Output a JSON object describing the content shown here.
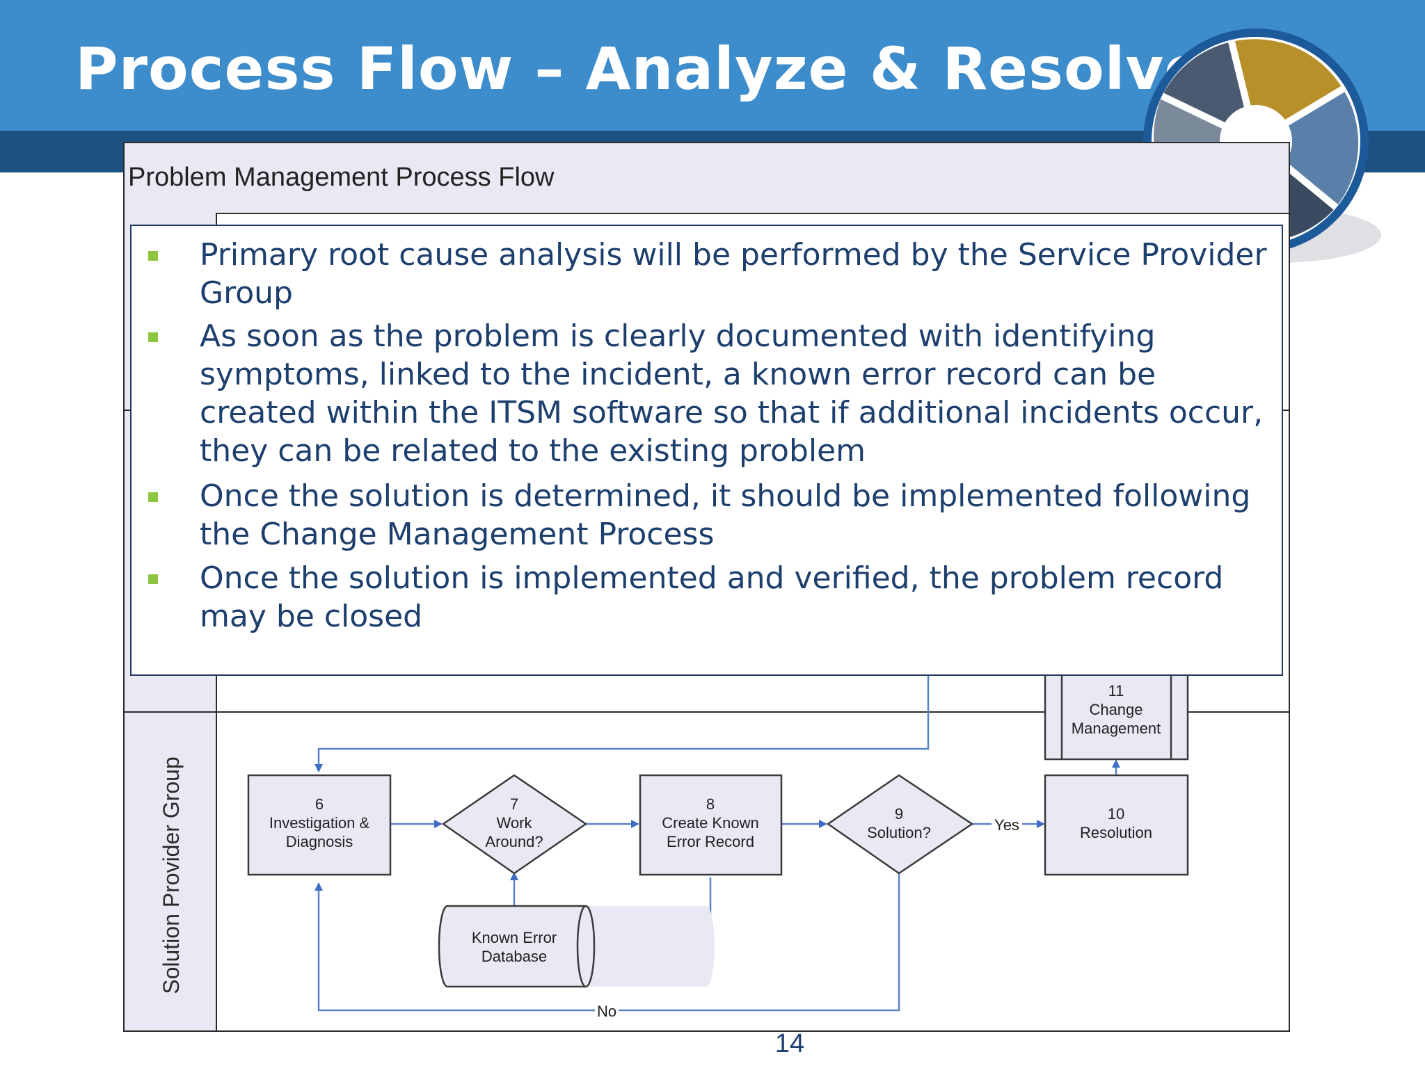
{
  "slide": {
    "title": "Process Flow – Analyze & Resolve",
    "page_number": "14"
  },
  "diagram": {
    "panel_title": "Problem Management Process Flow",
    "lane_label": "Solution Provider Group",
    "nodes": {
      "n6": {
        "num": "6",
        "line1": "Investigation &",
        "line2": "Diagnosis"
      },
      "n7": {
        "num": "7",
        "line1": "Work",
        "line2": "Around?"
      },
      "n8": {
        "num": "8",
        "line1": "Create Known",
        "line2": "Error Record"
      },
      "n9": {
        "num": "9",
        "line1": "Solution?"
      },
      "n10": {
        "num": "10",
        "line1": "Resolution"
      },
      "n11": {
        "num": "11",
        "line1": "Change",
        "line2": "Management"
      },
      "db": {
        "line1": "Known Error",
        "line2": "Database"
      }
    },
    "edge_labels": {
      "yes": "Yes",
      "no": "No"
    }
  },
  "bullets": [
    {
      "text": "Primary root cause analysis will be performed by the Service Provider Group"
    },
    {
      "text": "As soon as the problem is clearly documented with identifying symptoms, linked to the incident, a known error record can be created within the ITSM software so that if additional incidents occur, they can be related to the existing problem"
    },
    {
      "text": "Once the solution is determined, it should be implemented following the Change Management Process"
    },
    {
      "text": "Once the solution is implemented and verified, the problem record may be closed"
    }
  ],
  "colors": {
    "header_blue": "#3d8ccb",
    "header_navy": "#1c5080",
    "bullet_green": "#8cc63f",
    "text_navy": "#1d3f6e",
    "node_fill": "#e8e9f3",
    "connector_blue": "#5a82c8"
  }
}
